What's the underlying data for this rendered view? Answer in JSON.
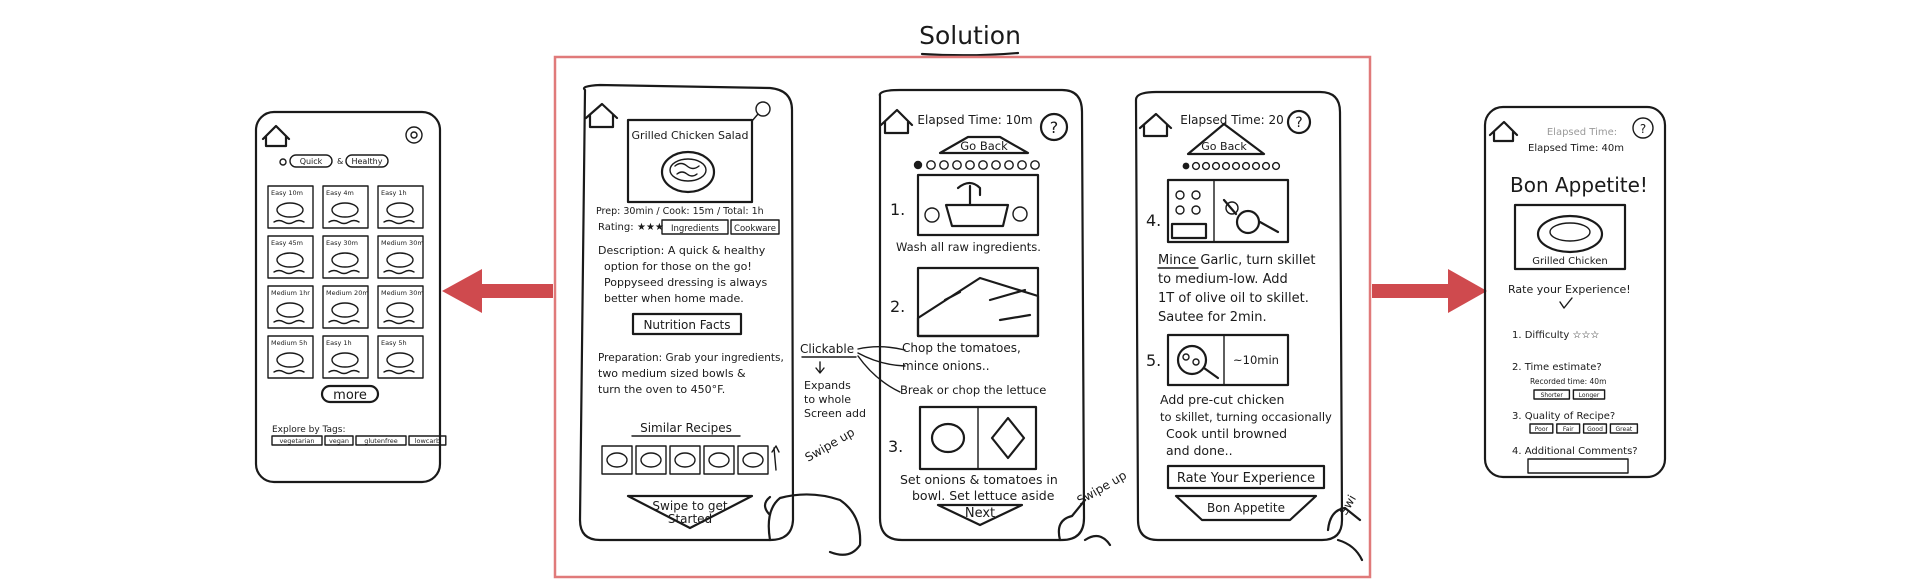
{
  "colors": {
    "accent": "#e07a7a",
    "arrow": "#cf4a4e",
    "ink": "#1a1a1a"
  },
  "heading": "Solution",
  "left_phone": {
    "search_tags": [
      "Quick",
      "Healthy"
    ],
    "grid": [
      [
        "Easy 10m",
        "Easy 4m",
        "Easy 1h"
      ],
      [
        "Easy 45m",
        "Easy 30m",
        "Medium 30m"
      ],
      [
        "Medium 1hr",
        "Medium 20m",
        "Medium 30m"
      ],
      [
        "Medium 5h",
        "Easy 1h",
        "Easy 5h"
      ]
    ],
    "more": "more",
    "explore_title": "Explore by Tags:",
    "explore_tags": [
      "vegetarian",
      "vegan",
      "glutenfree",
      "lowcarb"
    ]
  },
  "phone1": {
    "title": "Grilled Chicken Salad",
    "times": "Prep: 30min / Cook: 15m / Total: 1h",
    "rating_label": "Rating:",
    "rating_stars": "★★★",
    "ingredients_btn": "Ingredients",
    "cookware_btn": "Cookware",
    "description_lines": [
      "Description: A quick & healthy",
      "option for those on the go!",
      "Poppyseed dressing is always",
      "better when home made."
    ],
    "nutrition_btn": "Nutrition Facts",
    "preparation_lines": [
      "Preparation: Grab your ingredients,",
      "two medium sized bowls &",
      "turn the oven to 450°F."
    ],
    "similar_title": "Similar Recipes",
    "swipe_cta": [
      "Swipe to get",
      "Started"
    ]
  },
  "clickable_note": {
    "title": "Clickable",
    "lines": [
      "Expands",
      "to whole",
      "Screen add"
    ]
  },
  "swipe_up": "Swipe up",
  "phone2": {
    "elapsed": "Elapsed Time: 10m",
    "go_back": "Go Back",
    "step1_number": "1.",
    "step1_text": "Wash all raw ingredients.",
    "step2_number": "2.",
    "step2_lines": [
      "Chop the tomatoes,",
      "mince onions..",
      "Break or chop the lettuce"
    ],
    "step3_number": "3.",
    "step3_lines": [
      "Set onions & tomatoes in",
      "bowl. Set lettuce aside"
    ],
    "next": "Next"
  },
  "phone3": {
    "elapsed": "Elapsed Time: 20",
    "go_back": "Go Back",
    "step4_number": "4.",
    "step4_lines": [
      "Mince Garlic, turn skillet",
      "to medium-low. Add",
      "1T of olive oil to skillet.",
      "Sautee for 2min."
    ],
    "step5_number": "5.",
    "timer": "~10min",
    "step5_lines": [
      "Add pre-cut chicken",
      "to skillet, turning occasionally",
      "Cook until browned",
      "and done.."
    ],
    "rate_btn": "Rate Your Experience",
    "bon_btn": "Bon Appetite"
  },
  "swipe_corner": "Swi",
  "right_phone": {
    "elapsed_faded": "Elapsed Time:",
    "elapsed": "Elapsed Time: 40m",
    "heading": "Bon Appetite!",
    "caption": "Grilled Chicken",
    "rate_label": "Rate your Experience!",
    "q1": "1. Difficulty ☆☆☆",
    "q2": "2. Time estimate?",
    "q2_sub": "Recorded time: 40m",
    "q2_options": [
      "Shorter",
      "Longer"
    ],
    "q3": "3. Quality of Recipe?",
    "q3_options": [
      "Poor",
      "Fair",
      "Good",
      "Great"
    ],
    "q4": "4. Additional Comments?"
  }
}
